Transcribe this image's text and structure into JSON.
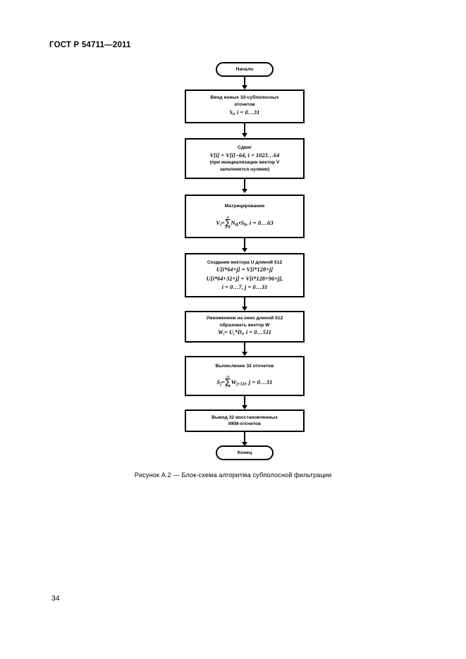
{
  "document": {
    "standard_header": "ГОСТ Р 54711—2011",
    "page_number": "34",
    "figure_caption": "Рисунок А.2 — Блок-схема алгоритма субполосной фильтрации"
  },
  "flowchart": {
    "nodes": [
      {
        "id": "start",
        "type": "terminal",
        "label": "Начало"
      },
      {
        "id": "input",
        "type": "process",
        "line1": "Ввод новых 32-субполосных",
        "line2": "отсчетов",
        "formula1_a": "S",
        "formula1_sub": "i",
        "formula1_b": ",  i = 0…31"
      },
      {
        "id": "shift",
        "type": "process",
        "title": "Сдвиг",
        "formula1": "V[i] = V[i]−64,  i = 1023…64",
        "line1": "(при инициализации вектор V",
        "line2": "заполняется нулями)"
      },
      {
        "id": "matrix",
        "type": "process",
        "title": "Матрицирование",
        "sum_upper": "31",
        "sum_lower": "k=0",
        "formula_lhs": "V",
        "formula_lhs_sub": "i",
        "formula_terms": "N",
        "formula_terms_sub": "ik",
        "formula_mult": "•S",
        "formula_mult_sub": "k",
        "formula_range": ",   i = 0…63"
      },
      {
        "id": "vector-u",
        "type": "process",
        "title": "Создание вектора U длиной 512",
        "formula1": "U[i*64+j] = V[i*128+j]",
        "formula2": "U[i*64+32+j] = V[i*128+96+j],",
        "formula3": "i = 0…7,   j = 0…31"
      },
      {
        "id": "window",
        "type": "process",
        "line1": "Умножением на окно длиной 512",
        "line2": "образовать вектор W",
        "formula_lhs": "W",
        "formula_lhs_sub": "i",
        "formula_rhs": "= U",
        "formula_rhs_sub": "i",
        "formula_mult": "*D",
        "formula_mult_sub": "i",
        "formula_range": ",   i = 0…511"
      },
      {
        "id": "compute",
        "type": "process",
        "title": "Вычисление 32 отсчетов",
        "sum_upper": "15",
        "sum_lower": "i=0",
        "formula_lhs": "S",
        "formula_lhs_sub": "j",
        "formula_terms": "W",
        "formula_terms_sub": "j+32i",
        "formula_range": ",  j = 0…31"
      },
      {
        "id": "output",
        "type": "process",
        "line1": "Вывод 32 восстановленных",
        "line2": "ИКМ-отсчетов"
      },
      {
        "id": "end",
        "type": "terminal",
        "label": "Конец"
      }
    ]
  },
  "colors": {
    "ink": "#000000",
    "paper": "#ffffff"
  }
}
